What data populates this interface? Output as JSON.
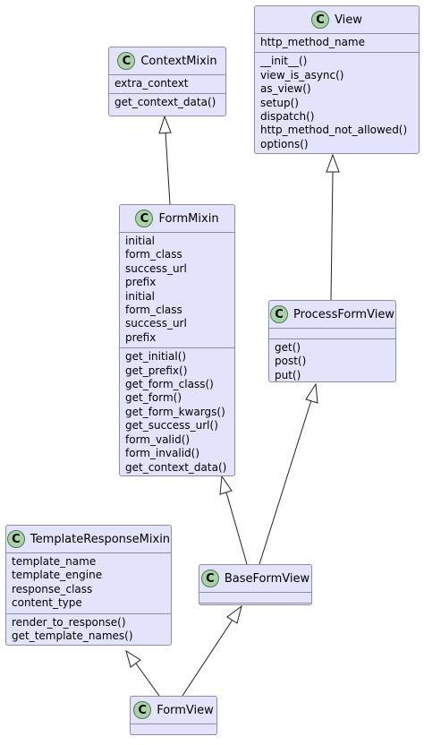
{
  "stereotype_letter": "C",
  "classes": {
    "view": {
      "name": "View",
      "attributes": [
        "http_method_name"
      ],
      "methods": [
        "__init__()",
        "view_is_async()",
        "as_view()",
        "setup()",
        "dispatch()",
        "http_method_not_allowed()",
        "options()"
      ]
    },
    "context_mixin": {
      "name": "ContextMixin",
      "attributes": [
        "extra_context"
      ],
      "methods": [
        "get_context_data()"
      ]
    },
    "form_mixin": {
      "name": "FormMixin",
      "attributes": [
        "initial",
        "form_class",
        "success_url",
        "prefix",
        "initial",
        "form_class",
        "success_url",
        "prefix"
      ],
      "methods": [
        "get_initial()",
        "get_prefix()",
        "get_form_class()",
        "get_form()",
        "get_form_kwargs()",
        "get_success_url()",
        "form_valid()",
        "form_invalid()",
        "get_context_data()"
      ]
    },
    "process_form_view": {
      "name": "ProcessFormView",
      "attributes": [],
      "methods": [
        "get()",
        "post()",
        "put()"
      ]
    },
    "template_response_mixin": {
      "name": "TemplateResponseMixin",
      "attributes": [
        "template_name",
        "template_engine",
        "response_class",
        "content_type"
      ],
      "methods": [
        "render_to_response()",
        "get_template_names()"
      ]
    },
    "base_form_view": {
      "name": "BaseFormView",
      "attributes": [],
      "methods": []
    },
    "form_view": {
      "name": "FormView",
      "attributes": [],
      "methods": []
    }
  },
  "relations": [
    {
      "from": "form_mixin",
      "to": "context_mixin",
      "type": "inheritance"
    },
    {
      "from": "process_form_view",
      "to": "view",
      "type": "inheritance"
    },
    {
      "from": "base_form_view",
      "to": "form_mixin",
      "type": "inheritance"
    },
    {
      "from": "base_form_view",
      "to": "process_form_view",
      "type": "inheritance"
    },
    {
      "from": "form_view",
      "to": "template_response_mixin",
      "type": "inheritance"
    },
    {
      "from": "form_view",
      "to": "base_form_view",
      "type": "inheritance"
    }
  ]
}
